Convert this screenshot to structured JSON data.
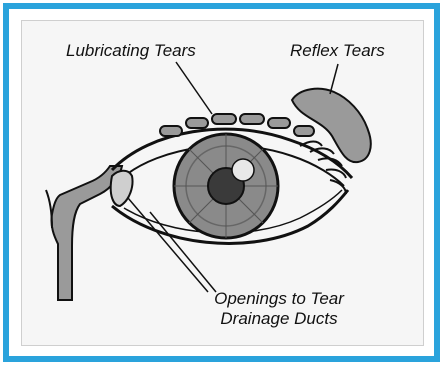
{
  "diagram": {
    "labels": {
      "lubricating": "Lubricating Tears",
      "reflex": "Reflex Tears",
      "openings_line1": "Openings to Tear",
      "openings_line2": "Drainage Ducts"
    },
    "colors": {
      "frame_border": "#2aa3dc",
      "ink": "#111111",
      "gland_fill": "#9a9a9a",
      "iris_fill": "#8a8a8a",
      "pupil_fill": "#3a3a3a"
    }
  }
}
